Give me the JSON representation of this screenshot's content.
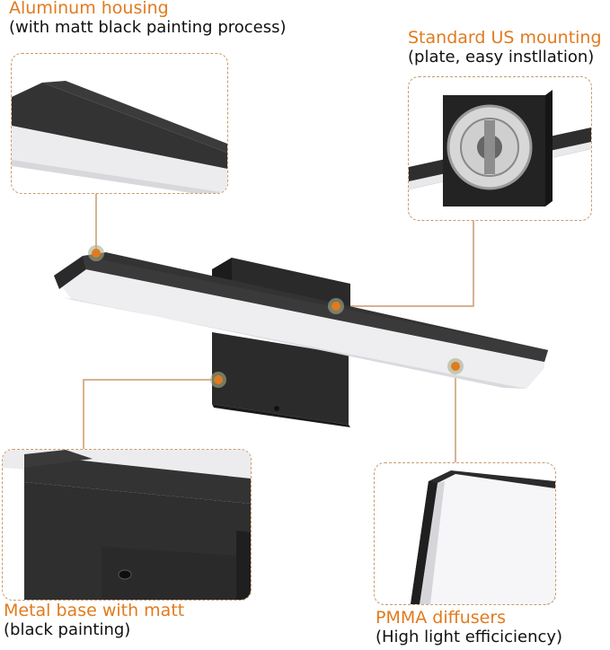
{
  "callouts": {
    "top_left": {
      "title": "Aluminum housing",
      "subtitle": "(with matt black painting process)"
    },
    "top_right": {
      "title": "Standard US mounting",
      "subtitle": "(plate, easy instllation)"
    },
    "bottom_left": {
      "title": "Metal base with matt",
      "subtitle": "(black painting)"
    },
    "bottom_right": {
      "title": "PMMA diffusers",
      "subtitle": "(High light efficiciency)"
    }
  },
  "colors": {
    "accent": "#e07b1e",
    "leader_line": "#c99a6e",
    "fixture_body": "#2f2f2f",
    "diffuser": "#f4f4f6"
  }
}
